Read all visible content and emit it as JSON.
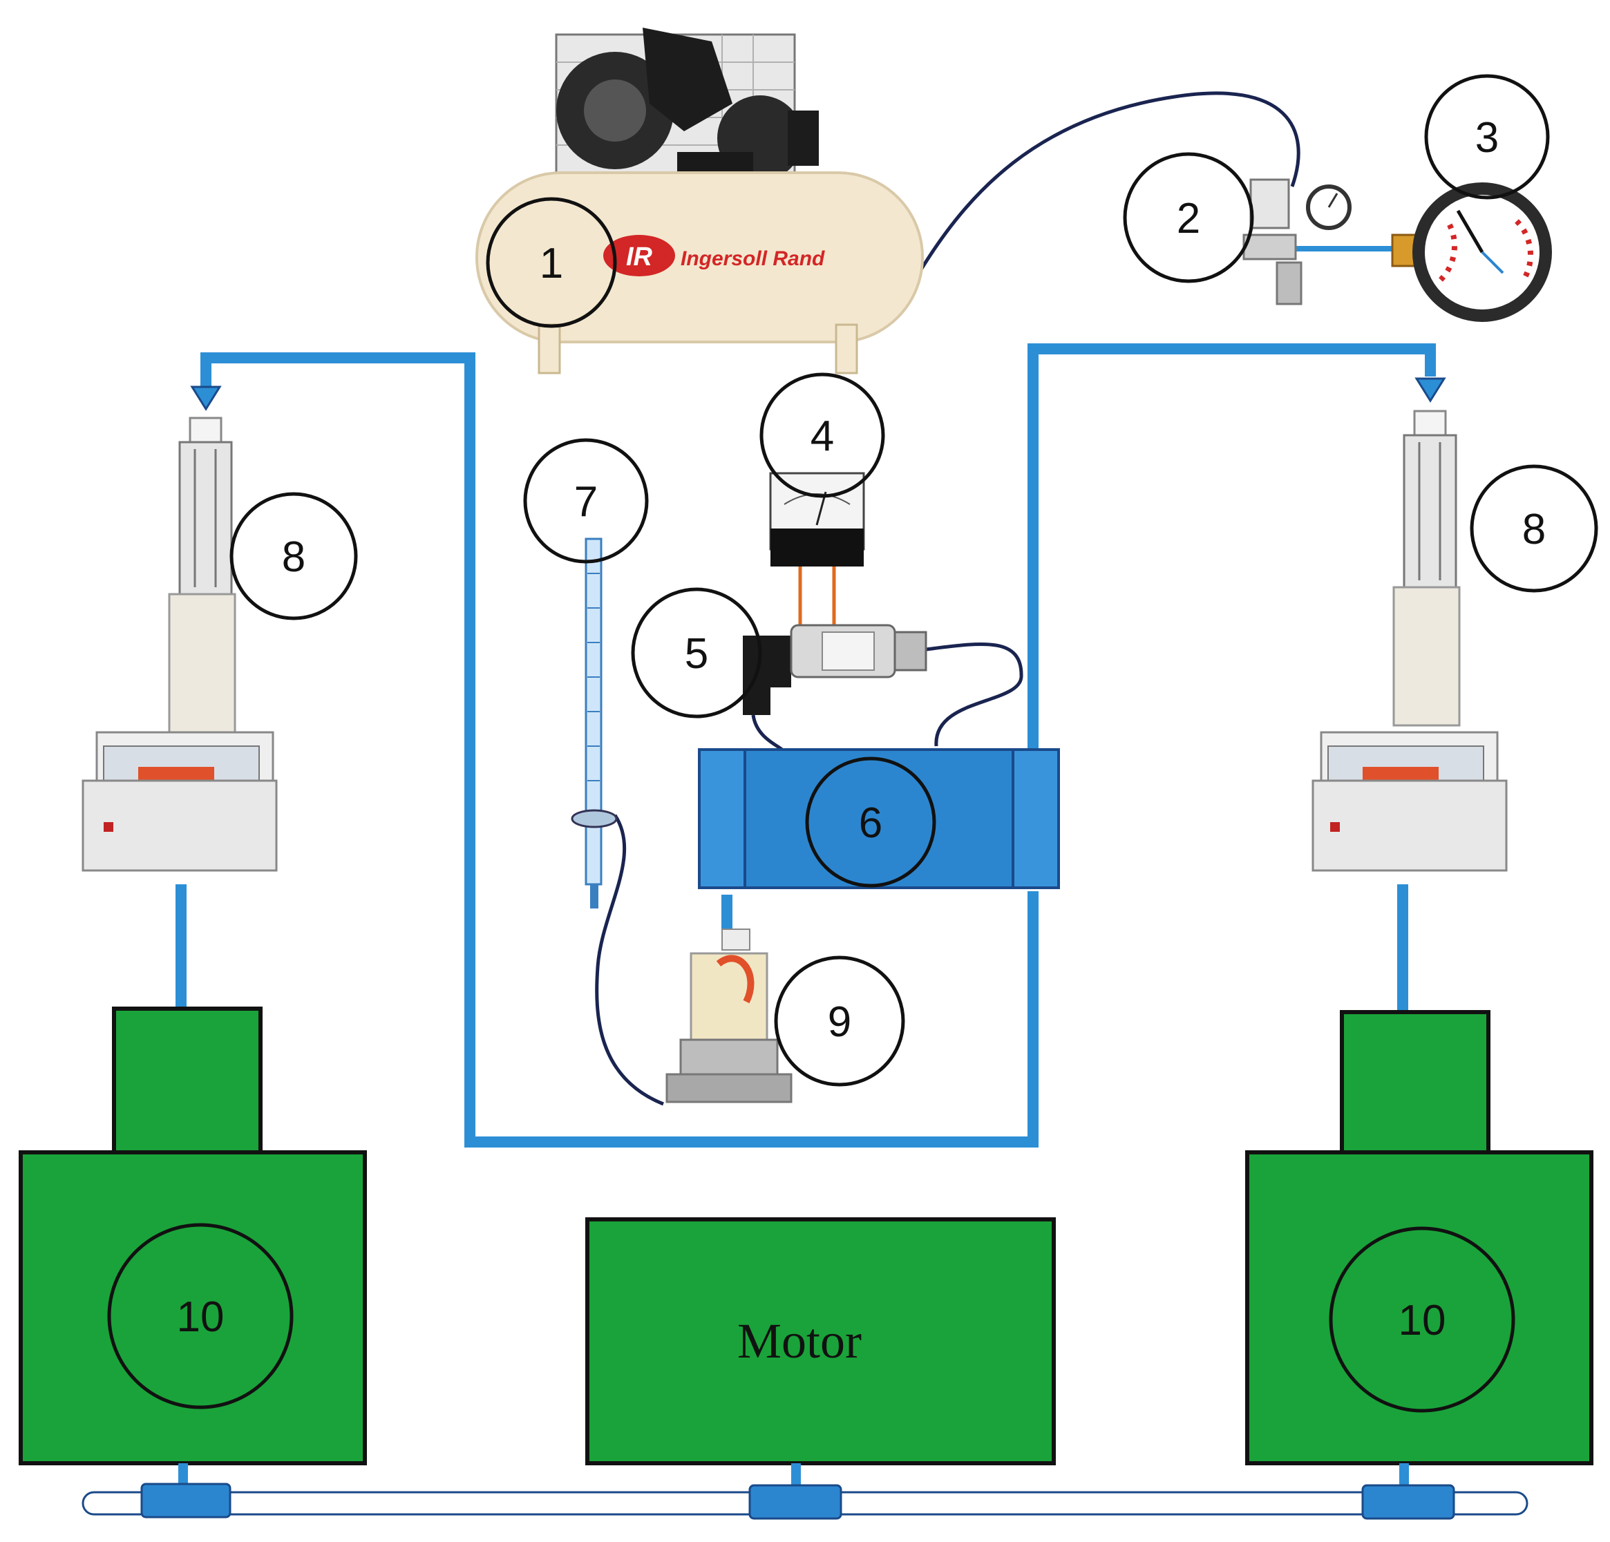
{
  "colors": {
    "pipe": "#2c8fd6",
    "green_block": "#1aa33a",
    "blue_block": "#2c86cf",
    "wire": "#1a2450",
    "orange_wire": "#e06a1e",
    "tank": "#f3e7cf",
    "logo_red": "#d32626"
  },
  "labels": {
    "compressor": "1",
    "regulator": "2",
    "pressure_gauge": "3",
    "meter": "4",
    "pressure_transducer": "5",
    "test_block": "6",
    "burette": "7",
    "sampler_left": "8",
    "sampler_right": "8",
    "filter": "9",
    "drive_left": "10",
    "drive_right": "10",
    "motor": "Motor"
  },
  "logo": {
    "mark": "IR",
    "brand": "Ingersoll Rand"
  }
}
